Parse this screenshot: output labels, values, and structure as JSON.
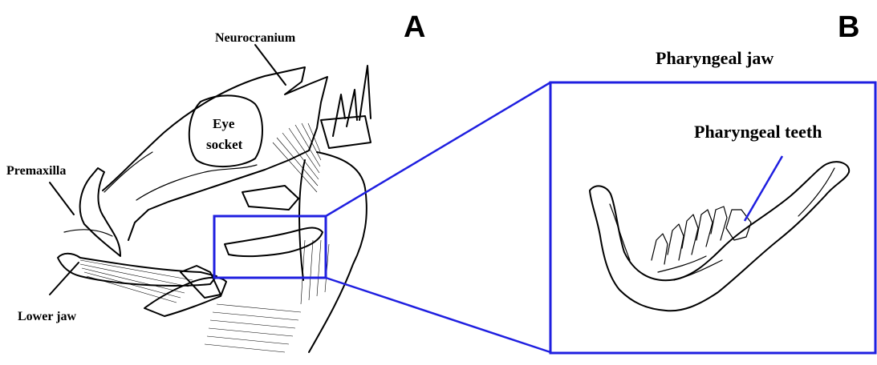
{
  "panels": {
    "a_letter": "A",
    "b_letter": "B"
  },
  "labels": {
    "neurocranium": "Neurocranium",
    "eye_socket_line1": "Eye",
    "eye_socket_line2": "socket",
    "premaxilla": "Premaxilla",
    "lower_jaw": "Lower jaw",
    "pharyngeal_jaw": "Pharyngeal jaw",
    "pharyngeal_teeth": "Pharyngeal teeth"
  },
  "colors": {
    "highlight": "#1f1fe0",
    "ink": "#000000"
  }
}
